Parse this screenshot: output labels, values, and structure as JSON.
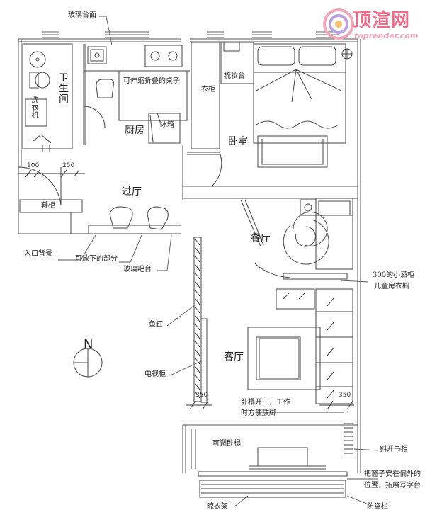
{
  "watermark": {
    "brand": "顶渲网",
    "url": "toprender.com"
  },
  "rooms": {
    "bathroom": "卫生间",
    "kitchen": "厨房",
    "bedroom": "卧室",
    "hall": "过厅",
    "dining": "餐厅",
    "living": "客厅"
  },
  "fixtures": {
    "washer": "洗衣机",
    "fridge": "冰箱",
    "wardrobe": "衣柜",
    "dresser": "梳妆台",
    "folding_table": "可伸缩折叠的桌子",
    "shoe_cabinet": "鞋柜",
    "tatami": "可调卧榻"
  },
  "callouts": {
    "glass_counter": "玻璃台面",
    "entry_wall": "入口背景",
    "drop_part": "可放下的部分",
    "glass_bar": "玻璃吧台",
    "fish_tank": "鱼缸",
    "tv_cabinet": "电视柜",
    "wine_cabinet": "300的小酒柜",
    "kids_wardrobe": "儿童房衣橱",
    "tatami_note_1": "卧榻开口，工作",
    "tatami_note_2": "时方便放脚",
    "bookcase": "斜开书柜",
    "window_note_1": "把窗子安在偏外的",
    "window_note_2": "位置，拓展写字台",
    "drying_rack": "晾衣架",
    "guard_rail": "防盗栏"
  },
  "dimensions": {
    "d100": "100",
    "d250": "250",
    "d350_left": "350",
    "d350_right": "350"
  },
  "compass": {
    "north": "N"
  }
}
